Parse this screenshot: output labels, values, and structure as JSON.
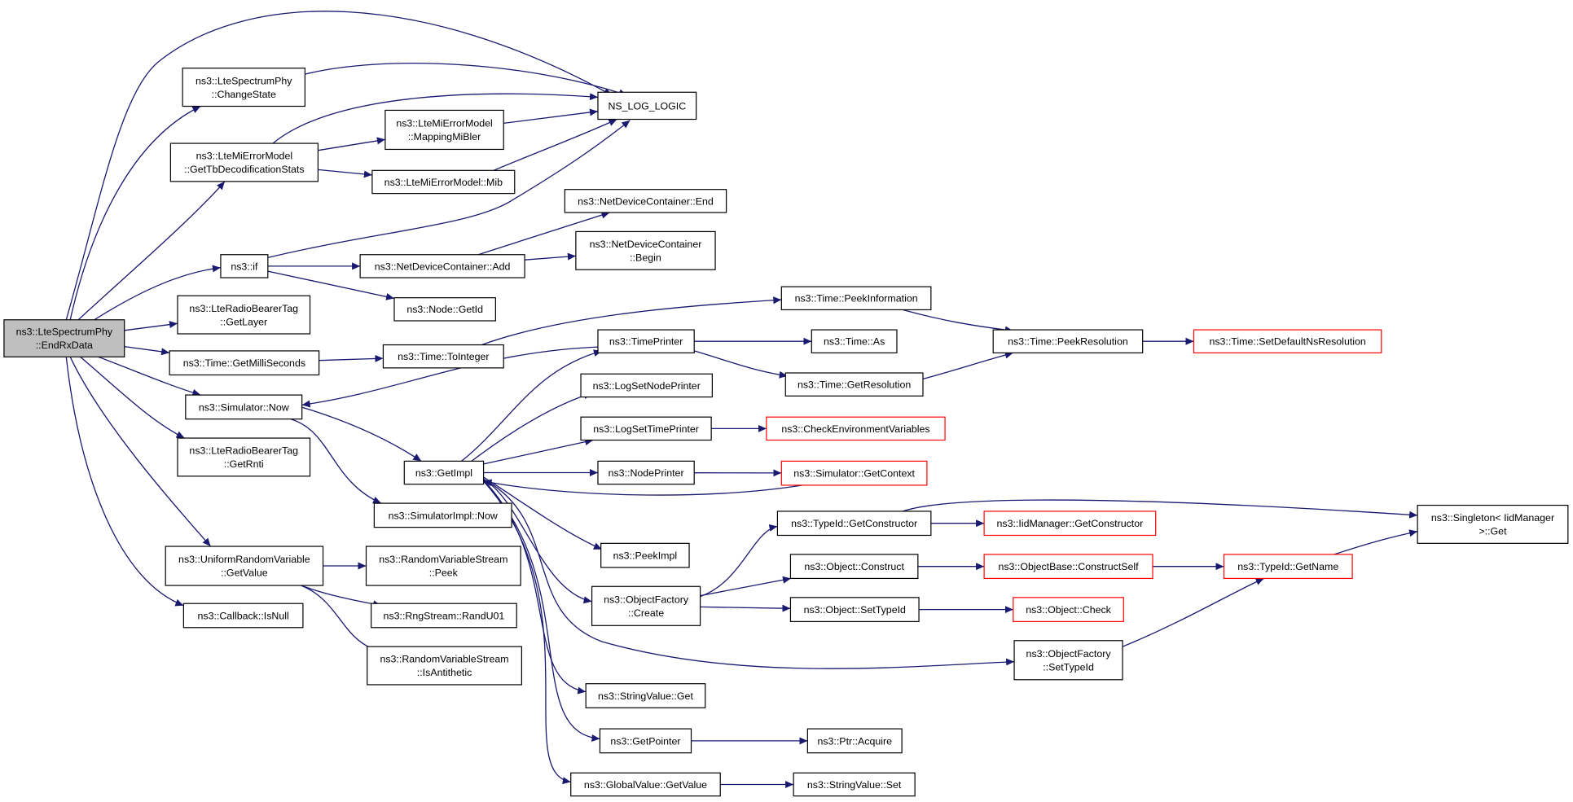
{
  "colors": {
    "edge": "#191970",
    "node_border": "#000000",
    "truncated_border": "#ff0000",
    "root_fill": "#bfbfbf",
    "node_fill": "#ffffff"
  },
  "nodes": [
    {
      "id": "root",
      "lines": [
        "ns3::LteSpectrumPhy",
        "::EndRxData"
      ],
      "root": true
    },
    {
      "id": "changestate",
      "lines": [
        "ns3::LteSpectrumPhy",
        "::ChangeState"
      ]
    },
    {
      "id": "nslog",
      "lines": [
        "NS_LOG_LOGIC"
      ]
    },
    {
      "id": "gettb",
      "lines": [
        "ns3::LteMiErrorModel",
        "::GetTbDecodificationStats"
      ]
    },
    {
      "id": "mapping",
      "lines": [
        "ns3::LteMiErrorModel",
        "::MappingMiBler"
      ]
    },
    {
      "id": "mib",
      "lines": [
        "ns3::LteMiErrorModel::Mib"
      ]
    },
    {
      "id": "if",
      "lines": [
        "ns3::if"
      ]
    },
    {
      "id": "ndcend",
      "lines": [
        "ns3::NetDeviceContainer::End"
      ]
    },
    {
      "id": "ndcadd",
      "lines": [
        "ns3::NetDeviceContainer::Add"
      ]
    },
    {
      "id": "ndcbegin",
      "lines": [
        "ns3::NetDeviceContainer",
        "::Begin"
      ]
    },
    {
      "id": "nodegetid",
      "lines": [
        "ns3::Node::GetId"
      ]
    },
    {
      "id": "getlayer",
      "lines": [
        "ns3::LteRadioBearerTag",
        "::GetLayer"
      ]
    },
    {
      "id": "getms",
      "lines": [
        "ns3::Time::GetMilliSeconds"
      ]
    },
    {
      "id": "tointeger",
      "lines": [
        "ns3::Time::ToInteger"
      ]
    },
    {
      "id": "peekinfo",
      "lines": [
        "ns3::Time::PeekInformation"
      ]
    },
    {
      "id": "peekres",
      "lines": [
        "ns3::Time::PeekResolution"
      ]
    },
    {
      "id": "setdefns",
      "lines": [
        "ns3::Time::SetDefaultNsResolution"
      ],
      "truncated": true
    },
    {
      "id": "timeprinter",
      "lines": [
        "ns3::TimePrinter"
      ]
    },
    {
      "id": "timeas",
      "lines": [
        "ns3::Time::As"
      ]
    },
    {
      "id": "getres",
      "lines": [
        "ns3::Time::GetResolution"
      ]
    },
    {
      "id": "simnow",
      "lines": [
        "ns3::Simulator::Now"
      ]
    },
    {
      "id": "logsetnode",
      "lines": [
        "ns3::LogSetNodePrinter"
      ]
    },
    {
      "id": "logsettime",
      "lines": [
        "ns3::LogSetTimePrinter"
      ]
    },
    {
      "id": "checkenv",
      "lines": [
        "ns3::CheckEnvironmentVariables"
      ],
      "truncated": true
    },
    {
      "id": "getrnti",
      "lines": [
        "ns3::LteRadioBearerTag",
        "::GetRnti"
      ]
    },
    {
      "id": "getimpl",
      "lines": [
        "ns3::GetImpl"
      ]
    },
    {
      "id": "nodeprinter",
      "lines": [
        "ns3::NodePrinter"
      ]
    },
    {
      "id": "getcontext",
      "lines": [
        "ns3::Simulator::GetContext"
      ],
      "truncated": true
    },
    {
      "id": "simimplnow",
      "lines": [
        "ns3::SimulatorImpl::Now"
      ]
    },
    {
      "id": "getconstructor",
      "lines": [
        "ns3::TypeId::GetConstructor"
      ]
    },
    {
      "id": "iidgetconstructor",
      "lines": [
        "ns3::IidManager::GetConstructor"
      ],
      "truncated": true
    },
    {
      "id": "singleton",
      "lines": [
        "ns3::Singleton< IidManager",
        ">::Get"
      ]
    },
    {
      "id": "peekimpl",
      "lines": [
        "ns3::PeekImpl"
      ]
    },
    {
      "id": "urvgetvalue",
      "lines": [
        "ns3::UniformRandomVariable",
        "::GetValue"
      ]
    },
    {
      "id": "rvspeek",
      "lines": [
        "ns3::RandomVariableStream",
        "::Peek"
      ]
    },
    {
      "id": "objconstruct",
      "lines": [
        "ns3::Object::Construct"
      ]
    },
    {
      "id": "constructself",
      "lines": [
        "ns3::ObjectBase::ConstructSelf"
      ],
      "truncated": true
    },
    {
      "id": "typeidgetname",
      "lines": [
        "ns3::TypeId::GetName"
      ],
      "truncated": true
    },
    {
      "id": "objfactcreate",
      "lines": [
        "ns3::ObjectFactory",
        "::Create"
      ]
    },
    {
      "id": "randu01",
      "lines": [
        "ns3::RngStream::RandU01"
      ]
    },
    {
      "id": "isnull",
      "lines": [
        "ns3::Callback::IsNull"
      ]
    },
    {
      "id": "objsettypeid",
      "lines": [
        "ns3::Object::SetTypeId"
      ]
    },
    {
      "id": "objcheck",
      "lines": [
        "ns3::Object::Check"
      ],
      "truncated": true
    },
    {
      "id": "isantithetic",
      "lines": [
        "ns3::RandomVariableStream",
        "::IsAntithetic"
      ]
    },
    {
      "id": "factsettypeid",
      "lines": [
        "ns3::ObjectFactory",
        "::SetTypeId"
      ]
    },
    {
      "id": "strvalget",
      "lines": [
        "ns3::StringValue::Get"
      ]
    },
    {
      "id": "getpointer",
      "lines": [
        "ns3::GetPointer"
      ]
    },
    {
      "id": "ptracquire",
      "lines": [
        "ns3::Ptr::Acquire"
      ]
    },
    {
      "id": "gvgetvalue",
      "lines": [
        "ns3::GlobalValue::GetValue"
      ]
    },
    {
      "id": "strvalset",
      "lines": [
        "ns3::StringValue::Set"
      ]
    }
  ],
  "edges": [
    {
      "from": "root",
      "to": "nslog"
    },
    {
      "from": "root",
      "to": "changestate"
    },
    {
      "from": "root",
      "to": "gettb"
    },
    {
      "from": "root",
      "to": "if"
    },
    {
      "from": "root",
      "to": "getlayer"
    },
    {
      "from": "root",
      "to": "getms"
    },
    {
      "from": "root",
      "to": "simnow"
    },
    {
      "from": "root",
      "to": "getrnti"
    },
    {
      "from": "root",
      "to": "urvgetvalue"
    },
    {
      "from": "root",
      "to": "isnull"
    },
    {
      "from": "changestate",
      "to": "nslog"
    },
    {
      "from": "gettb",
      "to": "nslog"
    },
    {
      "from": "gettb",
      "to": "mapping"
    },
    {
      "from": "gettb",
      "to": "mib"
    },
    {
      "from": "mapping",
      "to": "nslog"
    },
    {
      "from": "mib",
      "to": "nslog"
    },
    {
      "from": "if",
      "to": "nslog"
    },
    {
      "from": "if",
      "to": "ndcadd"
    },
    {
      "from": "if",
      "to": "nodegetid"
    },
    {
      "from": "ndcadd",
      "to": "ndcend"
    },
    {
      "from": "ndcadd",
      "to": "ndcbegin"
    },
    {
      "from": "getms",
      "to": "tointeger"
    },
    {
      "from": "tointeger",
      "to": "peekinfo"
    },
    {
      "from": "peekinfo",
      "to": "peekres"
    },
    {
      "from": "peekres",
      "to": "setdefns"
    },
    {
      "from": "timeprinter",
      "to": "simnow"
    },
    {
      "from": "timeprinter",
      "to": "timeas"
    },
    {
      "from": "timeprinter",
      "to": "getres"
    },
    {
      "from": "getres",
      "to": "peekres"
    },
    {
      "from": "simnow",
      "to": "getimpl"
    },
    {
      "from": "simnow",
      "to": "simimplnow"
    },
    {
      "from": "getimpl",
      "to": "timeprinter"
    },
    {
      "from": "getimpl",
      "to": "logsetnode"
    },
    {
      "from": "getimpl",
      "to": "logsettime"
    },
    {
      "from": "getimpl",
      "to": "nodeprinter"
    },
    {
      "from": "getimpl",
      "to": "peekimpl"
    },
    {
      "from": "getimpl",
      "to": "objfactcreate"
    },
    {
      "from": "getimpl",
      "to": "factsettypeid"
    },
    {
      "from": "getimpl",
      "to": "strvalget"
    },
    {
      "from": "getimpl",
      "to": "getpointer"
    },
    {
      "from": "getimpl",
      "to": "gvgetvalue"
    },
    {
      "from": "logsettime",
      "to": "checkenv"
    },
    {
      "from": "nodeprinter",
      "to": "getcontext"
    },
    {
      "from": "getcontext",
      "to": "getimpl"
    },
    {
      "from": "getconstructor",
      "to": "iidgetconstructor"
    },
    {
      "from": "getconstructor",
      "to": "singleton"
    },
    {
      "from": "urvgetvalue",
      "to": "rvspeek"
    },
    {
      "from": "urvgetvalue",
      "to": "randu01"
    },
    {
      "from": "urvgetvalue",
      "to": "isantithetic"
    },
    {
      "from": "objconstruct",
      "to": "constructself"
    },
    {
      "from": "constructself",
      "to": "typeidgetname"
    },
    {
      "from": "typeidgetname",
      "to": "singleton"
    },
    {
      "from": "objfactcreate",
      "to": "getconstructor"
    },
    {
      "from": "objfactcreate",
      "to": "objconstruct"
    },
    {
      "from": "objfactcreate",
      "to": "objsettypeid"
    },
    {
      "from": "objsettypeid",
      "to": "objcheck"
    },
    {
      "from": "factsettypeid",
      "to": "typeidgetname"
    },
    {
      "from": "getpointer",
      "to": "ptracquire"
    },
    {
      "from": "gvgetvalue",
      "to": "strvalset"
    }
  ]
}
